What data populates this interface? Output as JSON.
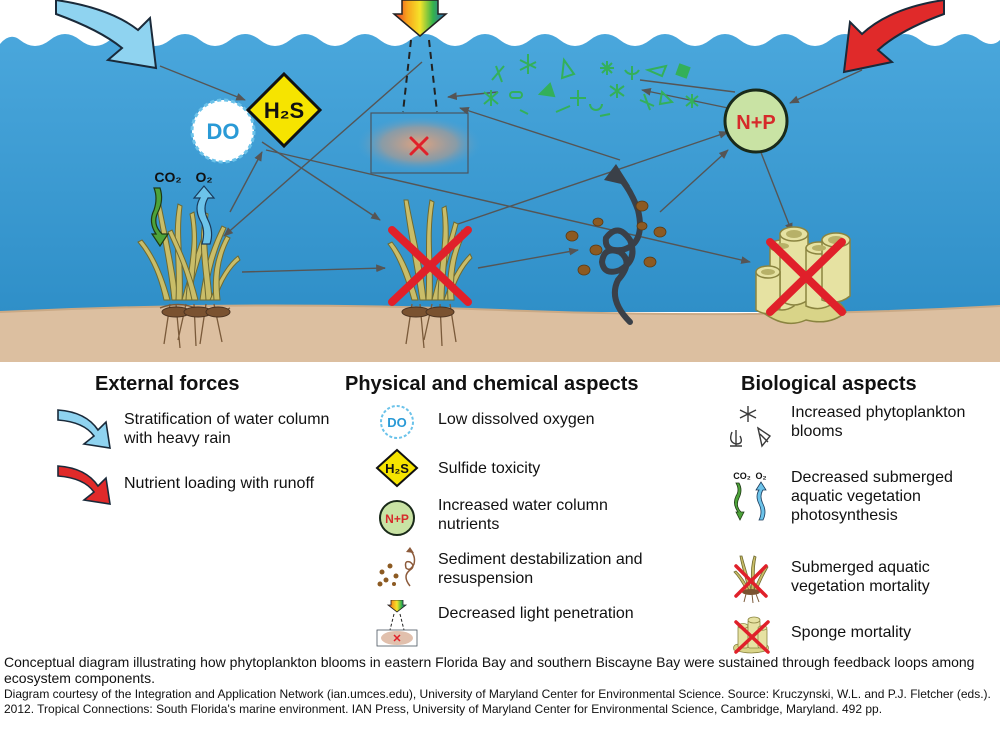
{
  "diagram": {
    "do_label": "DO",
    "h2s_label": "H₂S",
    "np_label": "N+P",
    "co2_label": "CO₂",
    "o2_label": "O₂",
    "colors": {
      "water": "#3a9bd3",
      "sediment": "#dcbfa0",
      "seagrass": "#b9ad5c",
      "sponge": "#e6e2a2",
      "cross": "#e0202a",
      "phytoplankton": "#33b05a",
      "rain_arrow": "#8fd3f0",
      "runoff_arrow": "#e02a2a"
    }
  },
  "legend": {
    "external": {
      "title": "External forces",
      "items": [
        {
          "icon": "rain-arrow-icon",
          "text": "Stratification of water column with heavy rain"
        },
        {
          "icon": "runoff-arrow-icon",
          "text": "Nutrient loading with runoff"
        }
      ]
    },
    "physical": {
      "title": "Physical and chemical aspects",
      "items": [
        {
          "icon": "do-icon",
          "text": "Low dissolved oxygen"
        },
        {
          "icon": "h2s-icon",
          "text": "Sulfide toxicity"
        },
        {
          "icon": "np-icon",
          "text": "Increased water column nutrients"
        },
        {
          "icon": "sediment-icon",
          "text": "Sediment destabilization and resuspension"
        },
        {
          "icon": "light-icon",
          "text": "Decreased light penetration"
        }
      ]
    },
    "biological": {
      "title": "Biological aspects",
      "items": [
        {
          "icon": "phytoplankton-icon",
          "text": "Increased phytoplankton blooms"
        },
        {
          "icon": "co2-o2-icon",
          "text": "Decreased submerged aquatic vegetation photosynthesis"
        },
        {
          "icon": "seagrass-mortality-icon",
          "text": "Submerged aquatic vegetation mortality"
        },
        {
          "icon": "sponge-mortality-icon",
          "text": "Sponge mortality"
        }
      ]
    }
  },
  "caption": {
    "main": "Conceptual diagram illustrating how phytoplankton blooms in eastern Florida Bay and southern Biscayne Bay were sustained through feedback loops among ecosystem components.",
    "credit": "Diagram courtesy of the Integration and Application Network (ian.umces.edu), University of Maryland Center for Environmental Science.  Source: Kruczynski, W.L. and P.J. Fletcher (eds.). 2012.  Tropical Connections: South Florida's marine environment.  IAN Press, University of Maryland Center for Environmental Science, Cambridge, Maryland. 492 pp."
  }
}
